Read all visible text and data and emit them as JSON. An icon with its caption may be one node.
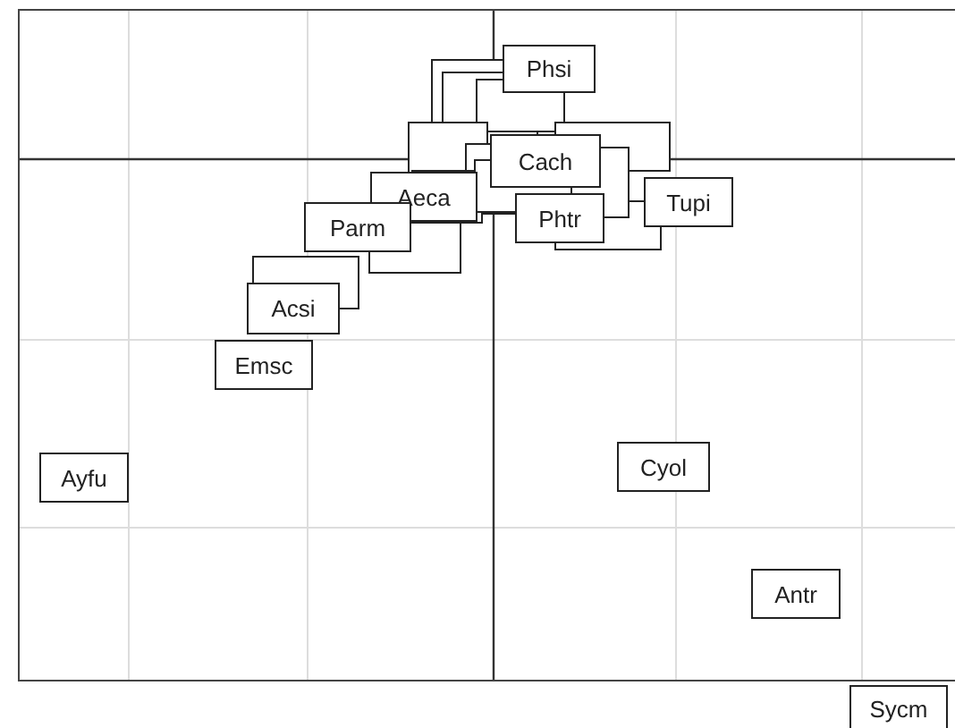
{
  "diagram": {
    "labels": [
      "Phsi",
      "Cach",
      "Aeca",
      "Phtr",
      "Tupi",
      "Parm",
      "Acsi",
      "Emsc",
      "Ayfu",
      "Cyol",
      "Antr",
      "Sycm"
    ]
  }
}
